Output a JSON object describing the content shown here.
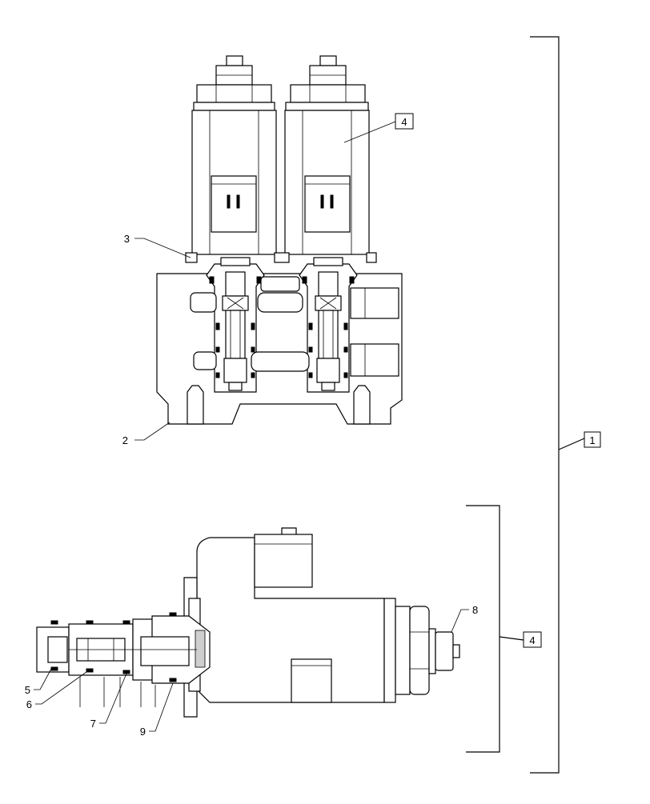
{
  "callouts": [
    {
      "id": "c1",
      "text": "1",
      "boxed": true
    },
    {
      "id": "c2",
      "text": "2",
      "boxed": false
    },
    {
      "id": "c3",
      "text": "3",
      "boxed": false
    },
    {
      "id": "c4a",
      "text": "4",
      "boxed": true
    },
    {
      "id": "c4b",
      "text": "4",
      "boxed": true
    },
    {
      "id": "c5",
      "text": "5",
      "boxed": false
    },
    {
      "id": "c6",
      "text": "6",
      "boxed": false
    },
    {
      "id": "c7",
      "text": "7",
      "boxed": false
    },
    {
      "id": "c8",
      "text": "8",
      "boxed": false
    },
    {
      "id": "c9",
      "text": "9",
      "boxed": false
    }
  ]
}
